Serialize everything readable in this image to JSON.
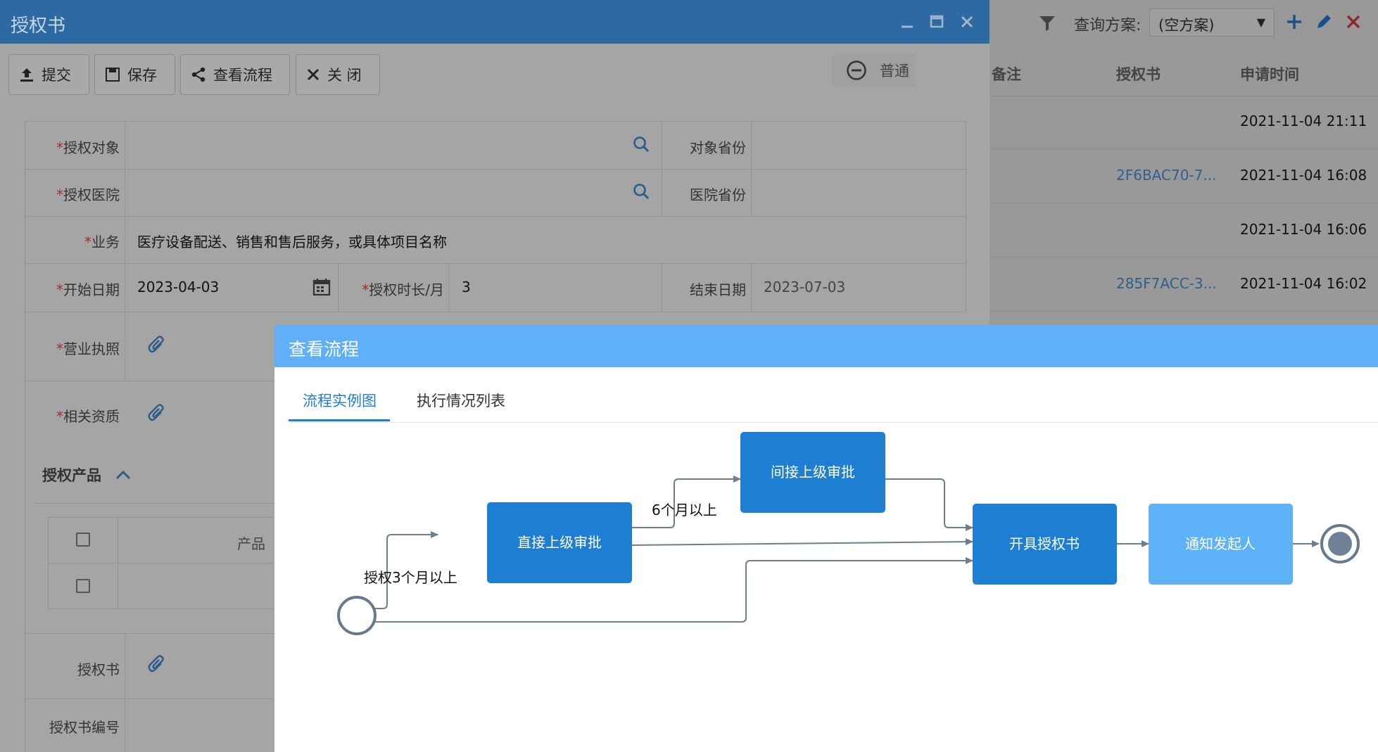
{
  "background_list": {
    "query_scheme_label": "查询方案:",
    "query_scheme_value": "(空方案)",
    "columns": [
      "备注",
      "授权书",
      "申请时间"
    ],
    "rows": [
      {
        "code": "",
        "time": "2021-11-04 21:11"
      },
      {
        "code": "2F6BAC70-7...",
        "time": "2021-11-04 16:08"
      },
      {
        "code": "",
        "time": "2021-11-04 16:06"
      },
      {
        "code": "285F7ACC-3...",
        "time": "2021-11-04 16:02"
      }
    ]
  },
  "auth_window": {
    "title": "授权书",
    "buttons": {
      "submit": "提交",
      "save": "保存",
      "view_flow": "查看流程",
      "close": "关 闭"
    },
    "priority": "普通",
    "fields": {
      "target": {
        "required": "*",
        "label": "授权对象",
        "value": ""
      },
      "target_province": {
        "label": "对象省份",
        "value": ""
      },
      "hospital": {
        "required": "*",
        "label": "授权医院",
        "value": ""
      },
      "hospital_province": {
        "label": "医院省份",
        "value": ""
      },
      "business": {
        "required": "*",
        "label": "业务",
        "value": "医疗设备配送、销售和售后服务，或具体项目名称"
      },
      "start_date": {
        "required": "*",
        "label": "开始日期",
        "value": "2023-04-03"
      },
      "duration": {
        "required": "*",
        "label": "授权时长/月",
        "value": "3"
      },
      "end_date": {
        "label": "结束日期",
        "value": "2023-07-03"
      },
      "license": {
        "required": "*",
        "label": "营业执照"
      },
      "qualification": {
        "required": "*",
        "label": "相关资质"
      },
      "letter": {
        "label": "授权书"
      },
      "letter_no": {
        "label": "授权书编号"
      }
    },
    "products_section": {
      "title": "授权产品",
      "column_product": "产品"
    }
  },
  "flow_dialog": {
    "title": "查看流程",
    "tabs": [
      "流程实例图",
      "执行情况列表"
    ],
    "active_tab": 0,
    "nodes": {
      "direct": "直接上级审批",
      "indirect": "间接上级审批",
      "issue": "开具授权书",
      "notify": "通知发起人"
    },
    "edge_labels": {
      "over3": "授权3个月以上",
      "over6": "6个月以上"
    },
    "colors": {
      "title_bar": "#5fb0f8",
      "node_dark": "#1e7fd2",
      "node_light": "#5db2f8",
      "edge": "#6b7f94",
      "tab_active": "#1e7fd0"
    }
  }
}
